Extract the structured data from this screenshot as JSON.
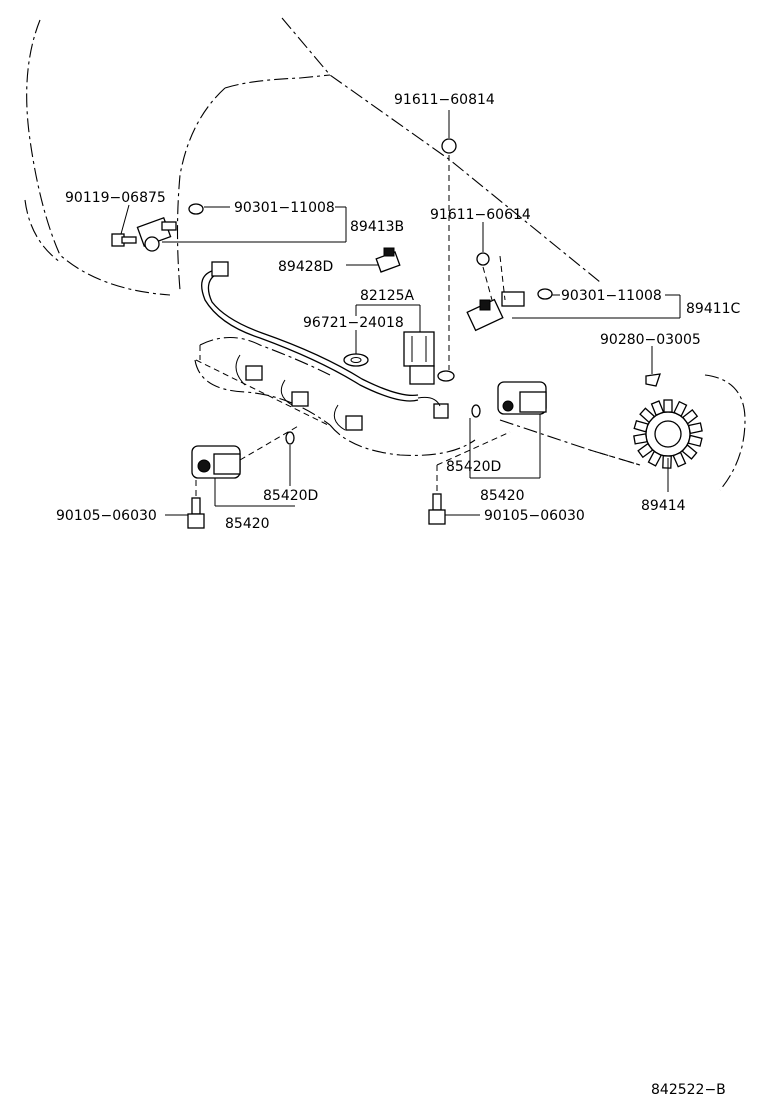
{
  "labels": {
    "p91611_60814": "91611−60814",
    "p90119_06875": "90119−06875",
    "p90301_11008_left": "90301−11008",
    "p89413B": "89413B",
    "p91611_60614": "91611−60614",
    "p89428D": "89428D",
    "p82125A": "82125A",
    "p96721_24018": "96721−24018",
    "p90301_11008_right": "90301−11008",
    "p89411C": "89411C",
    "p90280_03005": "90280−03005",
    "p85420D_center": "85420D",
    "p85420_center": "85420",
    "p89414": "89414",
    "p85420D_left": "85420D",
    "p90105_06030_left": "90105−06030",
    "p85420_left": "85420",
    "p90105_06030_right": "90105−06030"
  },
  "figure_id": "842522−B"
}
